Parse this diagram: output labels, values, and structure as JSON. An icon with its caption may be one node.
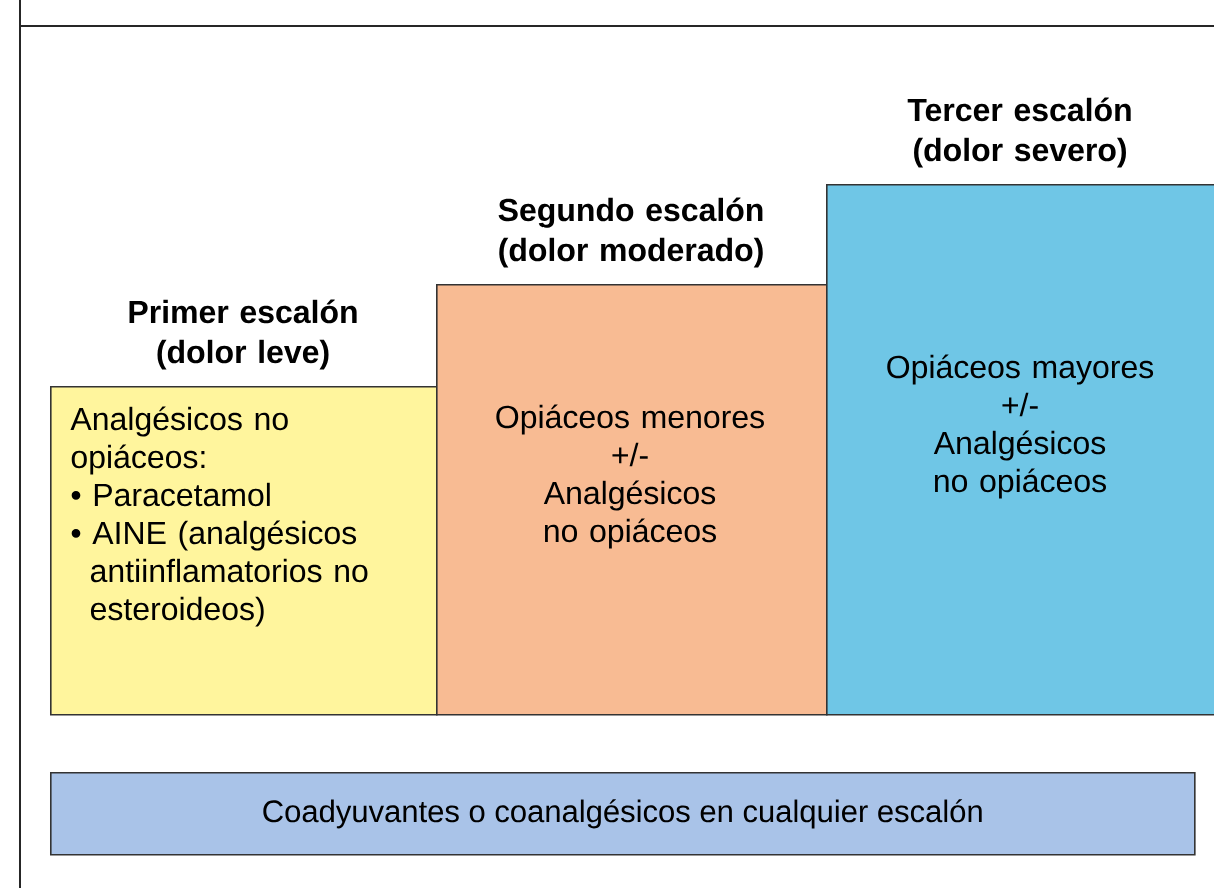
{
  "diagram": {
    "nodes": [
      {
        "text": [
          "Primer escalón (dolor leve)",
          "Analgésicos no opiáceos:",
          "• Paracetamol",
          "• AINE (analgésicos antiinflamatorios no esteroideos)"
        ]
      },
      {
        "text": [
          "Segundo escalón (dolor moderado)",
          "Opiáceos menores",
          "+/-",
          "Analgésicos no opiáceos"
        ]
      },
      {
        "text": [
          "Tercer escalón (dolor severo)",
          "Opiáceos mayores",
          "+/-",
          "Analgésicos no opiáceos"
        ]
      },
      {
        "text": [
          "Coadyuvantes o coanalgésicos en cualquier escalón"
        ]
      }
    ]
  }
}
